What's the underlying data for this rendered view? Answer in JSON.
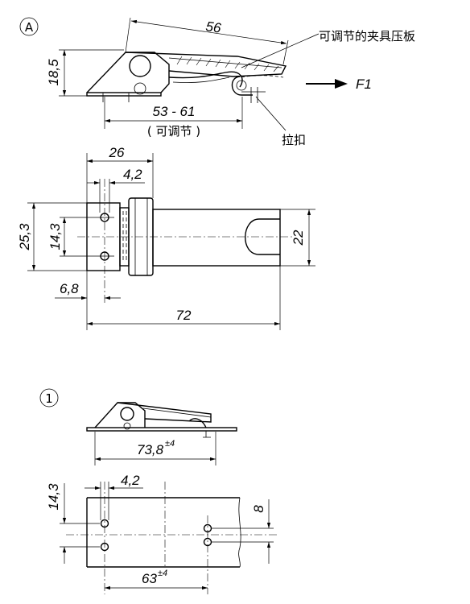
{
  "view_a": {
    "marker": "A",
    "dim_width_top": "56",
    "dim_height": "18,5",
    "dim_adjust_range": "53 - 61",
    "adjustable_note": "( 可调节 )",
    "label_clamp_plate": "可调节的夹具压板",
    "label_catch": "拉扣",
    "force_label": "F1"
  },
  "plan_view": {
    "dim_26": "26",
    "dim_4_2": "4,2",
    "dim_25_3": "25,3",
    "dim_14_3": "14,3",
    "dim_22": "22",
    "dim_6_8": "6,8",
    "dim_72": "72"
  },
  "view_1": {
    "marker": "1",
    "dim_length": "73,8",
    "dim_length_tol": "±4",
    "dim_4_2": "4,2",
    "dim_14_3": "14,3",
    "dim_8": "8",
    "dim_63": "63",
    "dim_63_tol": "±4"
  }
}
